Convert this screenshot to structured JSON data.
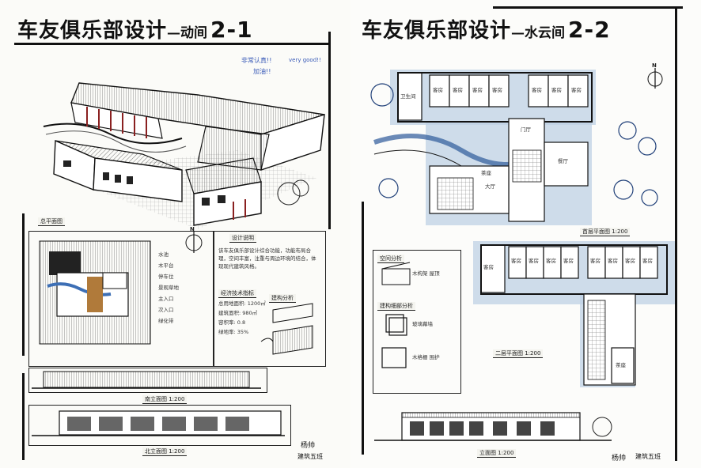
{
  "left_sheet": {
    "title": "车友俱乐部设计",
    "title_dash": "—动间",
    "title_code": "2-1",
    "handwritten_notes": [
      "非常认真!!",
      "加油!!",
      "very good!!"
    ],
    "site_plan_label": "总平面图",
    "legend": [
      "水池",
      "木平台",
      "停车位",
      "景观草地",
      "主入口",
      "次入口",
      "绿化带"
    ],
    "design_description_label": "设计说明",
    "design_description": "该车友俱乐部设计综合功能，功能布局合理，空间丰富，注重与周边环境的结合，体现现代建筑风格。",
    "tech_data_label": "经济技术指标",
    "tech_data": [
      "总用地面积: 1200㎡",
      "建筑面积: 980㎡",
      "容积率: 0.8",
      "绿地率: 35%"
    ],
    "analysis_label": "建构分析",
    "elevation_1_label": "南立面图 1:200",
    "section_label": "北立面图 1:200",
    "scale_label": "1:200",
    "author": "杨帅",
    "class": "建筑五班"
  },
  "right_sheet": {
    "title": "车友俱乐部设计",
    "title_dash": "—水云间",
    "title_code": "2-2",
    "first_floor_label": "首层平面图 1:200",
    "second_floor_label": "二层平面图 1:200",
    "rooms_1f": [
      "客房",
      "客房",
      "客房",
      "客房",
      "客房",
      "客房",
      "客房",
      "餐厅",
      "茶座",
      "大厅",
      "门厅",
      "卫生间"
    ],
    "rooms_2f": [
      "客房",
      "客房",
      "客房",
      "客房",
      "客房",
      "客房",
      "客房",
      "客房",
      "客房",
      "茶座"
    ],
    "analysis_1_label": "空间分析",
    "analysis_2_label": "建构细部分析",
    "analysis_notes": [
      "木构架 屋顶",
      "玻璃幕墙",
      "木格栅 围护"
    ],
    "elevation_label": "立面图 1:200",
    "author": "杨帅",
    "class": "建筑五班"
  }
}
